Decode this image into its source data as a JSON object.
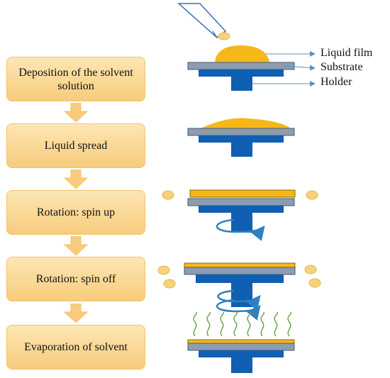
{
  "steps": [
    {
      "label": "Deposition of the solvent solution"
    },
    {
      "label": "Liquid spread"
    },
    {
      "label": "Rotation: spin up"
    },
    {
      "label": "Rotation: spin off"
    },
    {
      "label": "Evaporation of solvent"
    }
  ],
  "callouts": {
    "liquid_film": "Liquid film",
    "substrate": "Substrate",
    "holder": "Holder"
  },
  "colors": {
    "step_fill": "#f9d58e",
    "arrow_fill": "#f7cc7c",
    "liquid": "#f5b818",
    "substrate": "#8c9db0",
    "holder": "#0f5fb3",
    "vapor": "#6aa84f",
    "rotation": "#2f80c0"
  }
}
